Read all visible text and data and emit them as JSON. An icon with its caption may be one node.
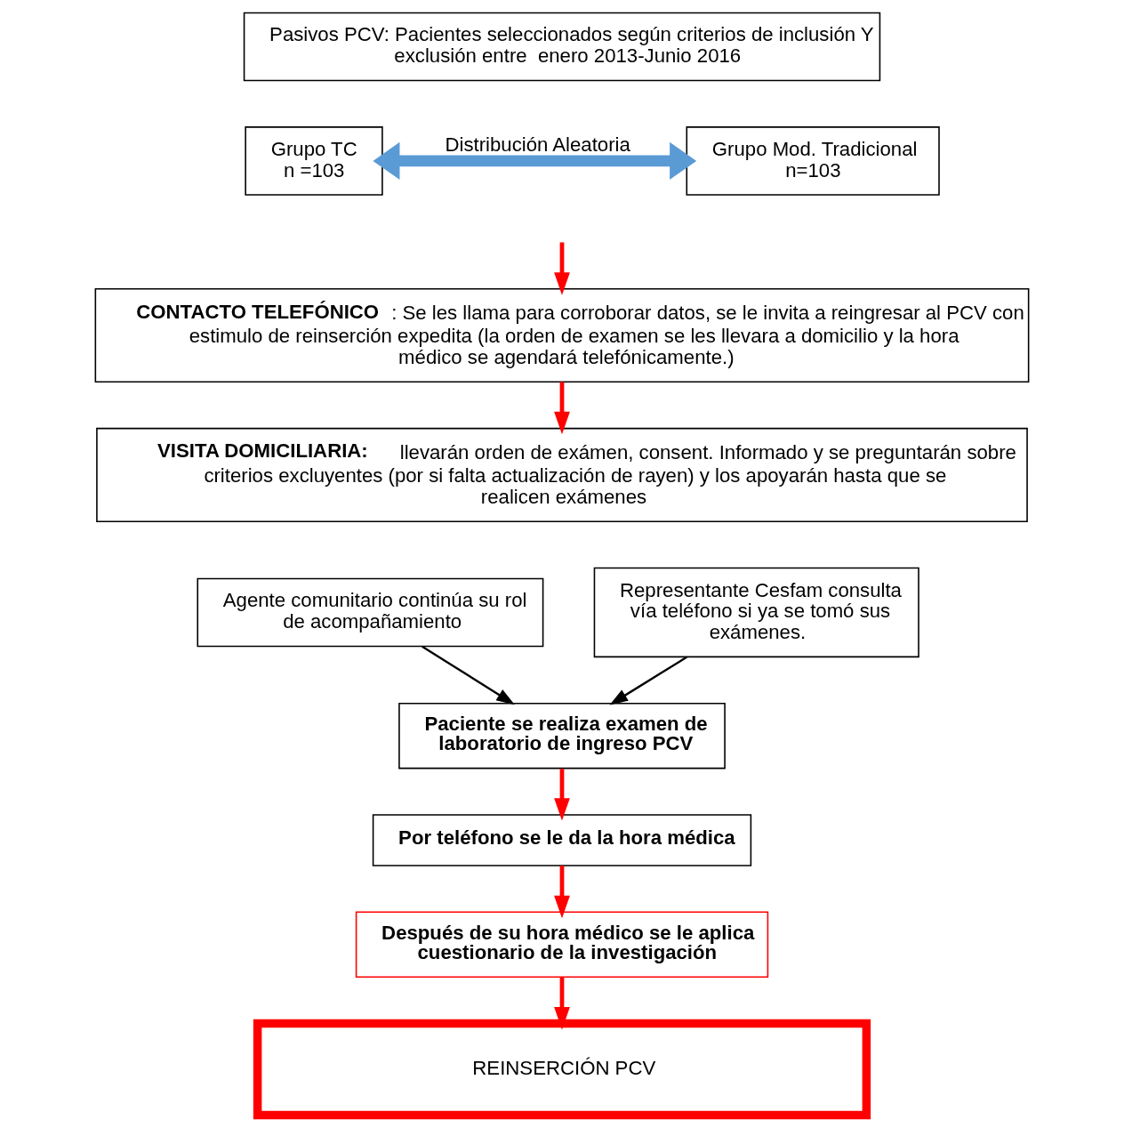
{
  "diagram": {
    "nodes": [
      {
        "text": [
          "Pasivos PCV: Pacientes seleccionados según criterios de inclusión Y exclusión entre  enero 2013-Junio 2016"
        ]
      },
      {
        "text": [
          "Grupo TC",
          "n =103"
        ]
      },
      {
        "text": [
          "Grupo Mod. Tradicional",
          "n=103"
        ]
      },
      {
        "text": [
          "**CONTACTO TELEFÓNICO**: Se les llama para corroborar datos, se le invita a reingresar al PCV con estimulo de reinserción expedita (la orden de examen se les llevara a domicilio y la hora médico se agendará telefónicamente.)"
        ]
      },
      {
        "text": [
          "**VISITA DOMICILIARIA:** llevarán orden de exámen, consent. Informado y se preguntarán sobre criterios excluyentes (por si falta actualización de rayen) y los apoyarán hasta que se realicen exámenes"
        ]
      },
      {
        "text": [
          "Agente comunitario continúa su rol de acompañamiento"
        ]
      },
      {
        "text": [
          "Representante Cesfam consulta vía teléfono si ya se tomó sus exámenes."
        ]
      },
      {
        "text": [
          "Paciente se realiza examen de laboratorio de ingreso PCV"
        ]
      },
      {
        "text": [
          "Por teléfono se le da la hora médica"
        ]
      },
      {
        "text": [
          "Después de su hora médico se le aplica cuestionario de la investigación"
        ]
      },
      {
        "text": [
          "REINSERCIÓN PCV"
        ]
      }
    ],
    "edges": [
      {
        "from": 1,
        "to": 2,
        "arrow": "both",
        "label": "Distribución Aleatoria",
        "style": "thick",
        "color": "#5b9bd5"
      },
      {
        "from": null,
        "to": 3,
        "arrow": "to"
      },
      {
        "from": 3,
        "to": 4,
        "arrow": "to"
      },
      {
        "from": 5,
        "to": 7,
        "arrow": "to",
        "color": "#000000"
      },
      {
        "from": 6,
        "to": 7,
        "arrow": "to",
        "color": "#000000"
      },
      {
        "from": 7,
        "to": 8,
        "arrow": "to"
      },
      {
        "from": 8,
        "to": 9,
        "arrow": "to"
      },
      {
        "from": 9,
        "to": 10,
        "arrow": "to"
      }
    ]
  }
}
